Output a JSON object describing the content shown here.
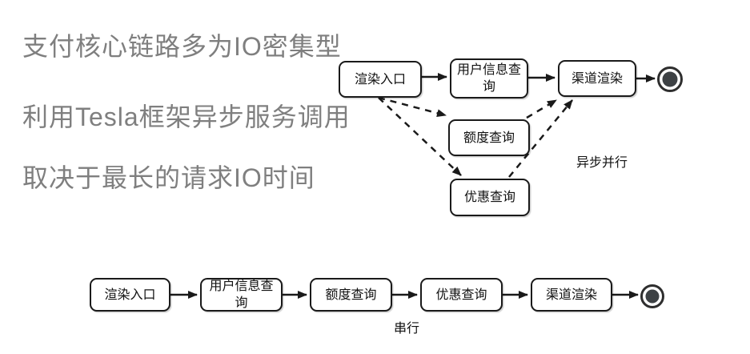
{
  "notes": {
    "lines": [
      "支付核心链路多为IO密集型",
      "利用Tesla框架异步服务调用",
      "取决于最长的请求IO时间"
    ],
    "color": "#7f7f7f"
  },
  "async_diagram": {
    "label": "异步并行",
    "nodes": {
      "entry": "渲染入口",
      "user_info": "用户信息查询",
      "quota": "额度查询",
      "discount": "优惠查询",
      "channel": "渠道渲染"
    }
  },
  "serial_diagram": {
    "label": "串行",
    "nodes": {
      "entry": "渲染入口",
      "user_info": "用户信息查询",
      "quota": "额度查询",
      "discount": "优惠查询",
      "channel": "渠道渲染"
    }
  },
  "colors": {
    "stroke": "#1a1a1a",
    "node_border": "#1a1a1a",
    "node_fill": "#ffffff",
    "end_event_ring": "#2e2e2e",
    "end_event_fill": "#3d4144",
    "note_text": "#7f7f7f"
  }
}
